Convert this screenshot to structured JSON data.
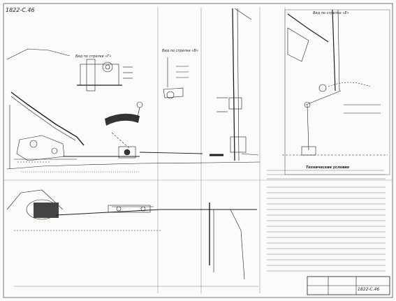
{
  "drawing": {
    "sheet_id_top_left": "1822-С.46",
    "stamp_number": "1822-С.46",
    "view_labels": [
      "Вид по стрелке «Г»",
      "Вид по стрелке «В»",
      "Вид по стрелке «Е»"
    ],
    "notes_heading": "Технические условия",
    "colors": {
      "paper": "#fbfbf9",
      "ink": "#1e1e1e",
      "fold": "#9a9a9a"
    }
  }
}
